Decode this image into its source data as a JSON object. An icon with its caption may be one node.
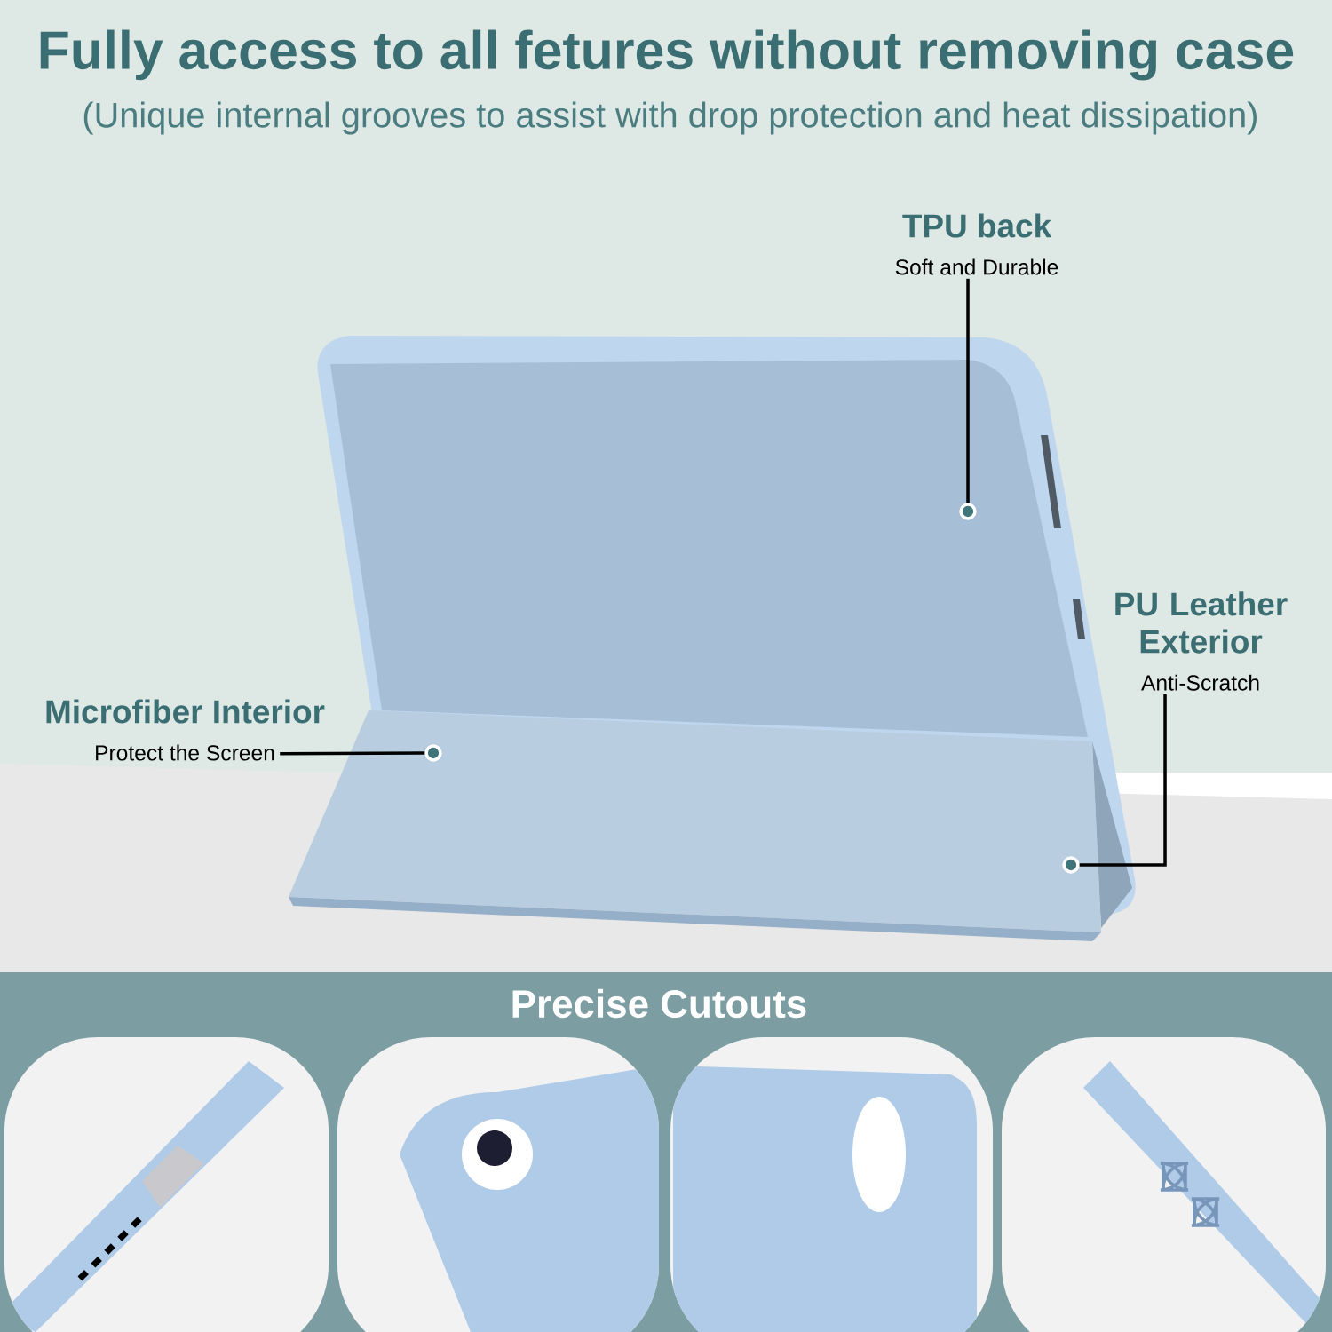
{
  "diagram": {
    "title": "Fully access to all fetures without removing case",
    "nodes": [
      {
        "text": [
          "TPU back",
          "Soft and Durable"
        ]
      },
      {
        "text": [],
        "shape": "circle"
      },
      {
        "text": [
          "PU Leather Exterior",
          "Anti-Scratch"
        ]
      },
      {
        "text": [],
        "shape": "circle"
      },
      {
        "text": [
          "Microfiber Interior",
          "Protect the Screen"
        ]
      },
      {
        "text": [],
        "shape": "circle"
      }
    ],
    "edges": [
      {
        "from": 0,
        "to": 1,
        "arrow": "none"
      },
      {
        "from": 2,
        "to": 3,
        "arrow": "none"
      },
      {
        "from": 4,
        "to": 5,
        "arrow": "none"
      }
    ],
    "labels": [
      "(Unique internal grooves to assist with drop protection and heat dissipation)",
      "Precise Cutouts"
    ]
  }
}
